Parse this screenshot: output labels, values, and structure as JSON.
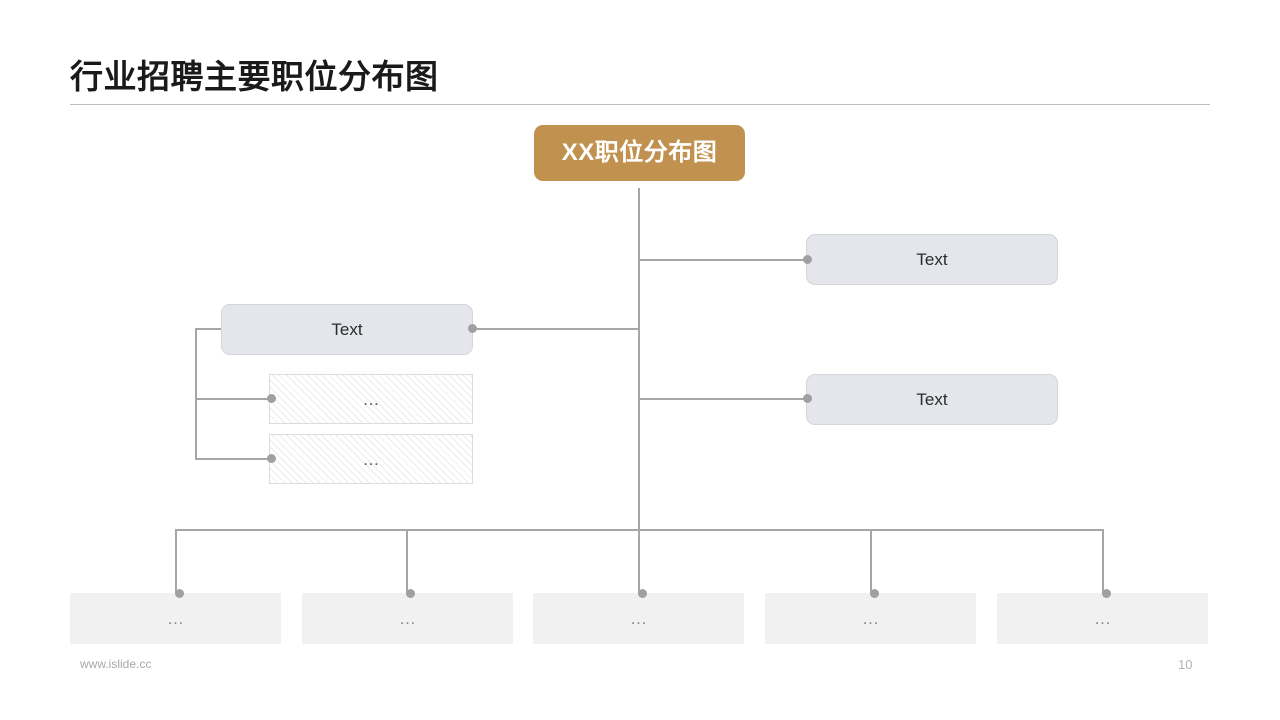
{
  "slide": {
    "title": "行业招聘主要职位分布图",
    "background_color": "#ffffff"
  },
  "colors": {
    "root_fill": "#c0914f",
    "root_text": "#ffffff",
    "text_node_fill": "#e4e6eb",
    "text_node_border": "#d2d5da",
    "hatch_border": "#dcdcdc",
    "flat_node_fill": "#f1f1f1",
    "connector": "#a6a6a6",
    "dot": "#a0a0a0",
    "rule": "#bfbfbf"
  },
  "diagram": {
    "root": {
      "label": "XX职位分布图"
    },
    "right_branches": [
      {
        "label": "Text"
      },
      {
        "label": "Text"
      }
    ],
    "left_branch": {
      "label": "Text"
    },
    "left_sub_items": [
      {
        "label": "…"
      },
      {
        "label": "…"
      }
    ],
    "bottom_items": [
      {
        "label": "…"
      },
      {
        "label": "…"
      },
      {
        "label": "…"
      },
      {
        "label": "…"
      },
      {
        "label": "…"
      }
    ]
  },
  "footer": {
    "url": "www.islide.cc",
    "page_number": "10"
  }
}
